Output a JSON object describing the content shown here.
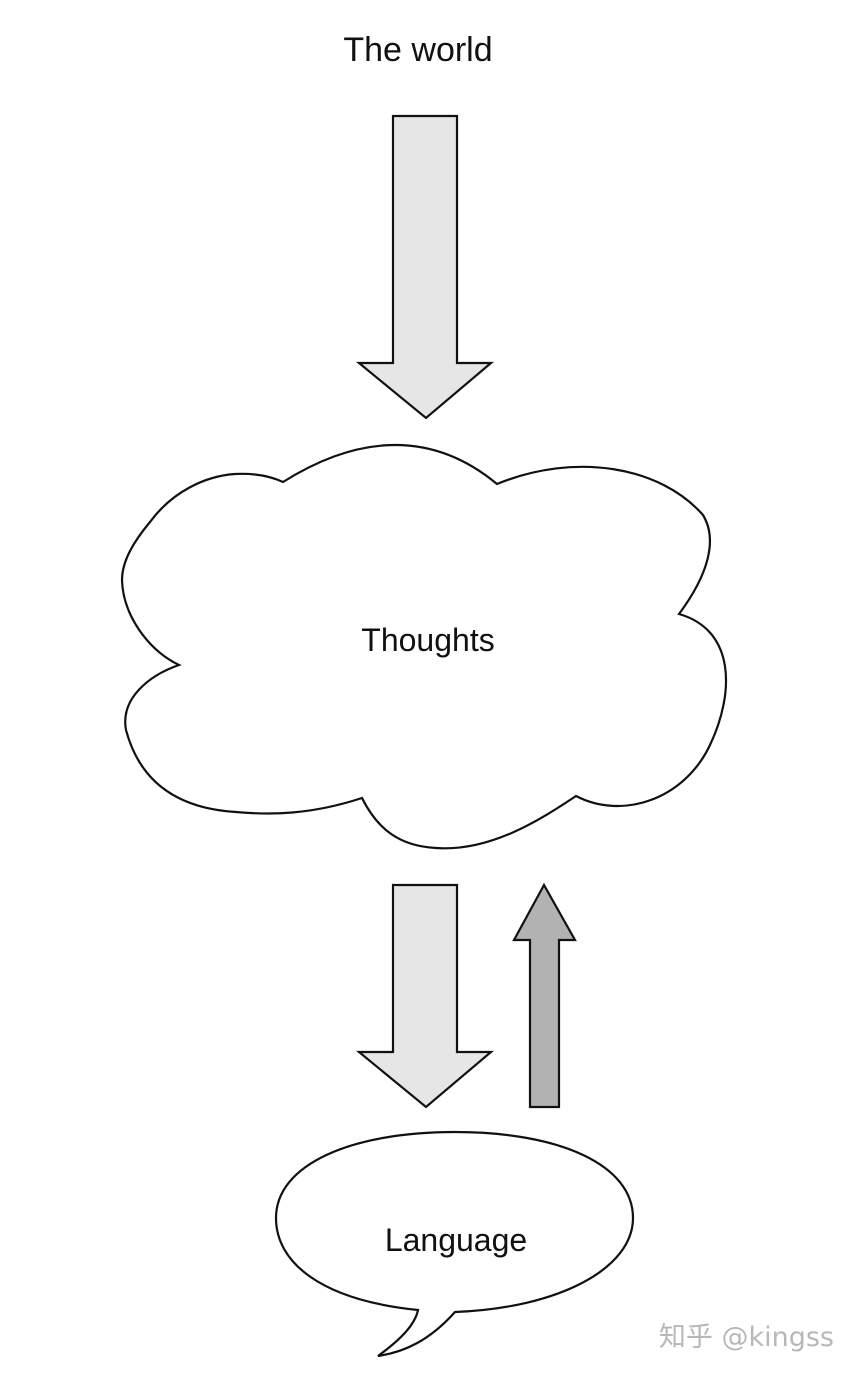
{
  "diagram": {
    "nodes": {
      "world": "The world",
      "thoughts": "Thoughts",
      "language": "Language"
    },
    "watermark": "知乎 @kingss"
  },
  "colors": {
    "arrow_light": "#e6e6e6",
    "arrow_dark": "#b2b2b2",
    "stroke": "#111111",
    "shape_fill": "#ffffff"
  }
}
